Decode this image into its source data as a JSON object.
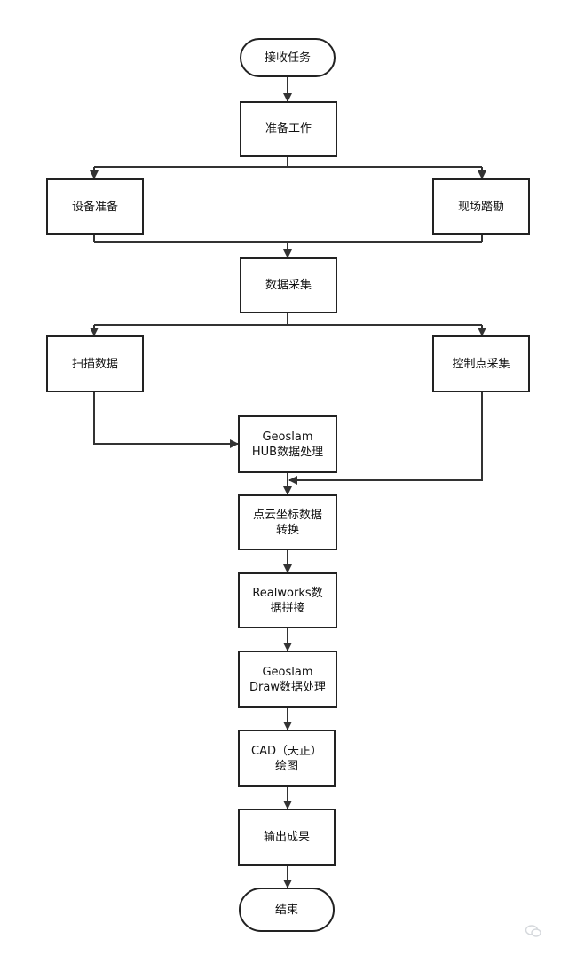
{
  "nodes": {
    "start": "接收任务",
    "prepare": "准备工作",
    "equipment": "设备准备",
    "survey": "现场踏勘",
    "collect": "数据采集",
    "scan": "扫描数据",
    "control": "控制点采集",
    "hub": "Geoslam\nHUB数据处理",
    "convert": "点云坐标数据\n转换",
    "realworks": "Realworks数\n据拼接",
    "draw": "Geoslam\nDraw数据处理",
    "cad": "CAD（天正）\n绘图",
    "output": "输出成果",
    "end": "结束"
  }
}
